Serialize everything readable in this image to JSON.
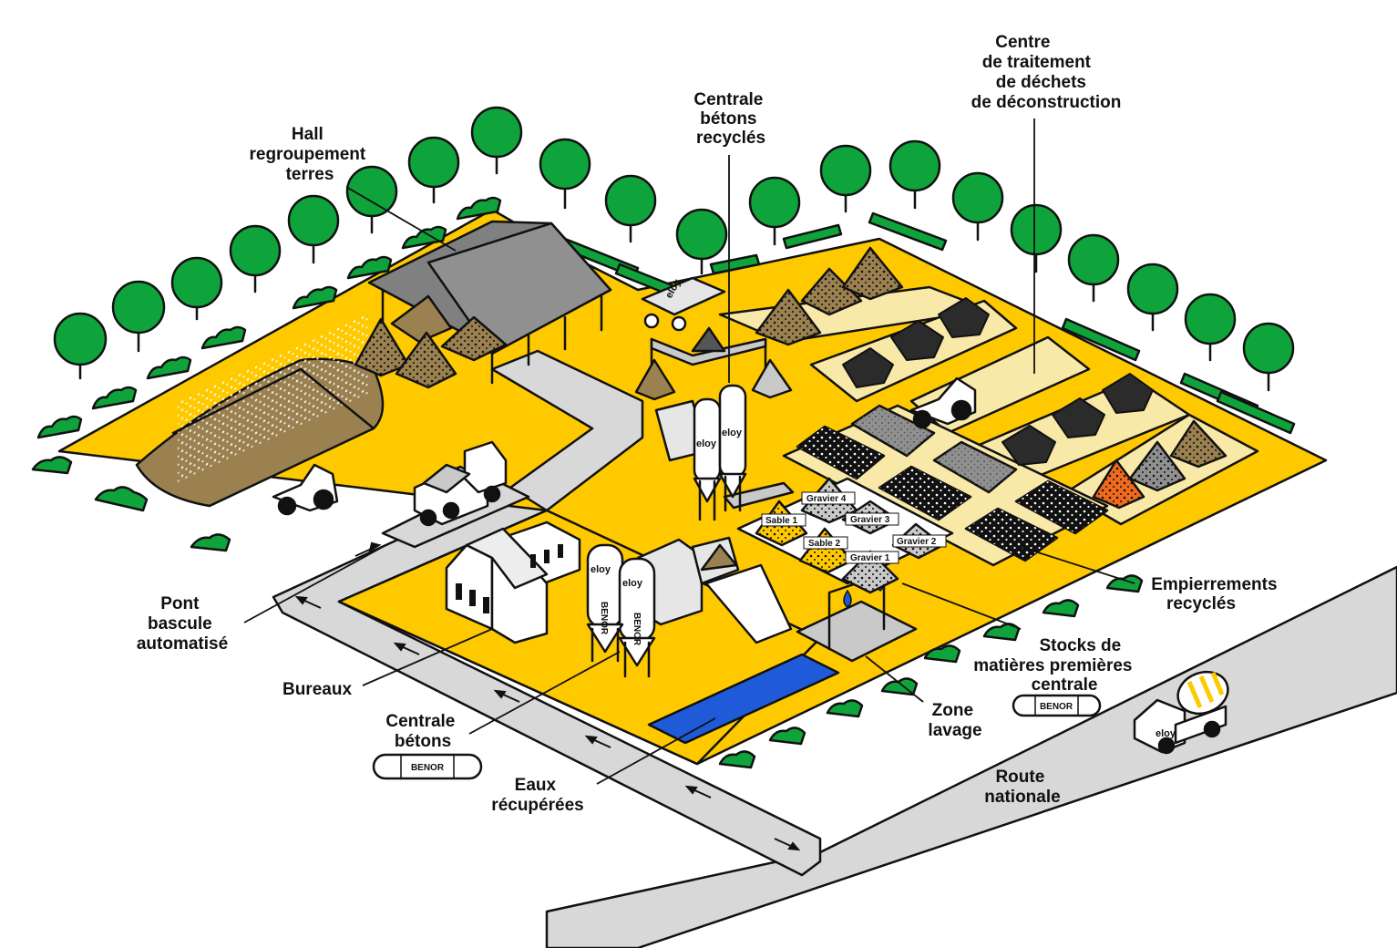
{
  "brand_name": "eloy",
  "certification_badge": "BENOR",
  "labels": {
    "centre_traitement": [
      "Centre",
      "de traitement",
      "de déchets",
      "de déconstruction"
    ],
    "centrale_recycles": [
      "Centrale",
      "bétons",
      "recyclés"
    ],
    "hall_terres": [
      "Hall",
      "regroupement",
      "terres"
    ],
    "pont_bascule": [
      "Pont",
      "bascule",
      "automatisé"
    ],
    "bureaux": [
      "Bureaux"
    ],
    "centrale_betons": [
      "Centrale",
      "bétons"
    ],
    "eaux": [
      "Eaux",
      "récupérées"
    ],
    "zone_lavage": [
      "Zone",
      "lavage"
    ],
    "stocks": [
      "Stocks de",
      "matières premières",
      "centrale"
    ],
    "empierrements": [
      "Empierrements",
      "recyclés"
    ],
    "route": [
      "Route",
      "nationale"
    ]
  },
  "stock_piles": [
    "Gravier 4",
    "Sable 1",
    "Gravier 3",
    "Sable 2",
    "Gravier 2",
    "Gravier 1"
  ],
  "colors": {
    "ground": "#FFC900",
    "sand_area": "#F9E9A8",
    "tree": "#0FA33C",
    "road": "#D8D8D8",
    "water": "#1F5AD8",
    "roof": "#808080",
    "earth": "#9B8050",
    "orange": "#F06A1E",
    "dark": "#111111"
  }
}
